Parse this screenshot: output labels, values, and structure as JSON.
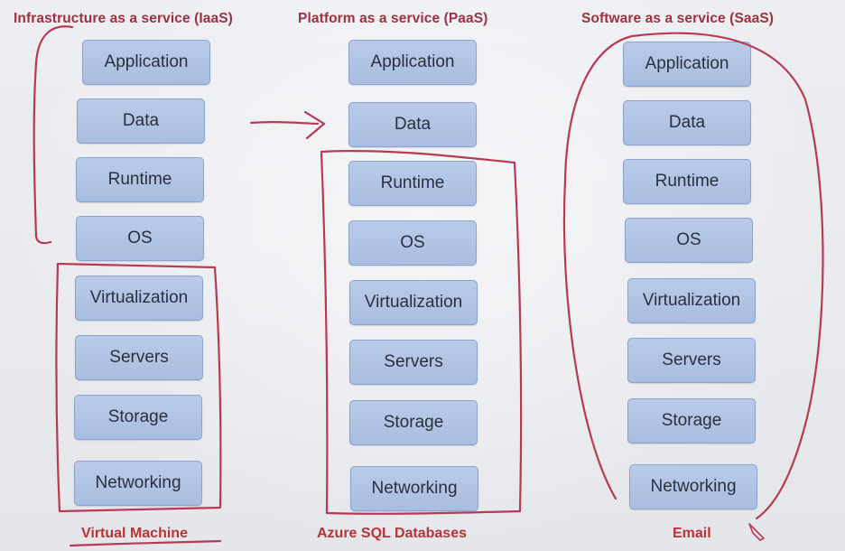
{
  "columns": [
    {
      "heading": "Infrastructure as a service (IaaS)",
      "items": [
        "Application",
        "Data",
        "Runtime",
        "OS",
        "Virtualization",
        "Servers",
        "Storage",
        "Networking"
      ],
      "caption": "Virtual Machine"
    },
    {
      "heading": "Platform as a service (PaaS)",
      "items": [
        "Application",
        "Data",
        "Runtime",
        "OS",
        "Virtualization",
        "Servers",
        "Storage",
        "Networking"
      ],
      "caption": "Azure SQL Databases"
    },
    {
      "heading": "Software as a service (SaaS)",
      "items": [
        "Application",
        "Data",
        "Runtime",
        "OS",
        "Virtualization",
        "Servers",
        "Storage",
        "Networking"
      ],
      "caption": "Email"
    }
  ],
  "colors": {
    "heading": "#a03040",
    "box_fill": "#b2c5e5",
    "box_border": "#8aa3cf",
    "annotation_ink": "#b83a52",
    "caption": "#b83338"
  }
}
